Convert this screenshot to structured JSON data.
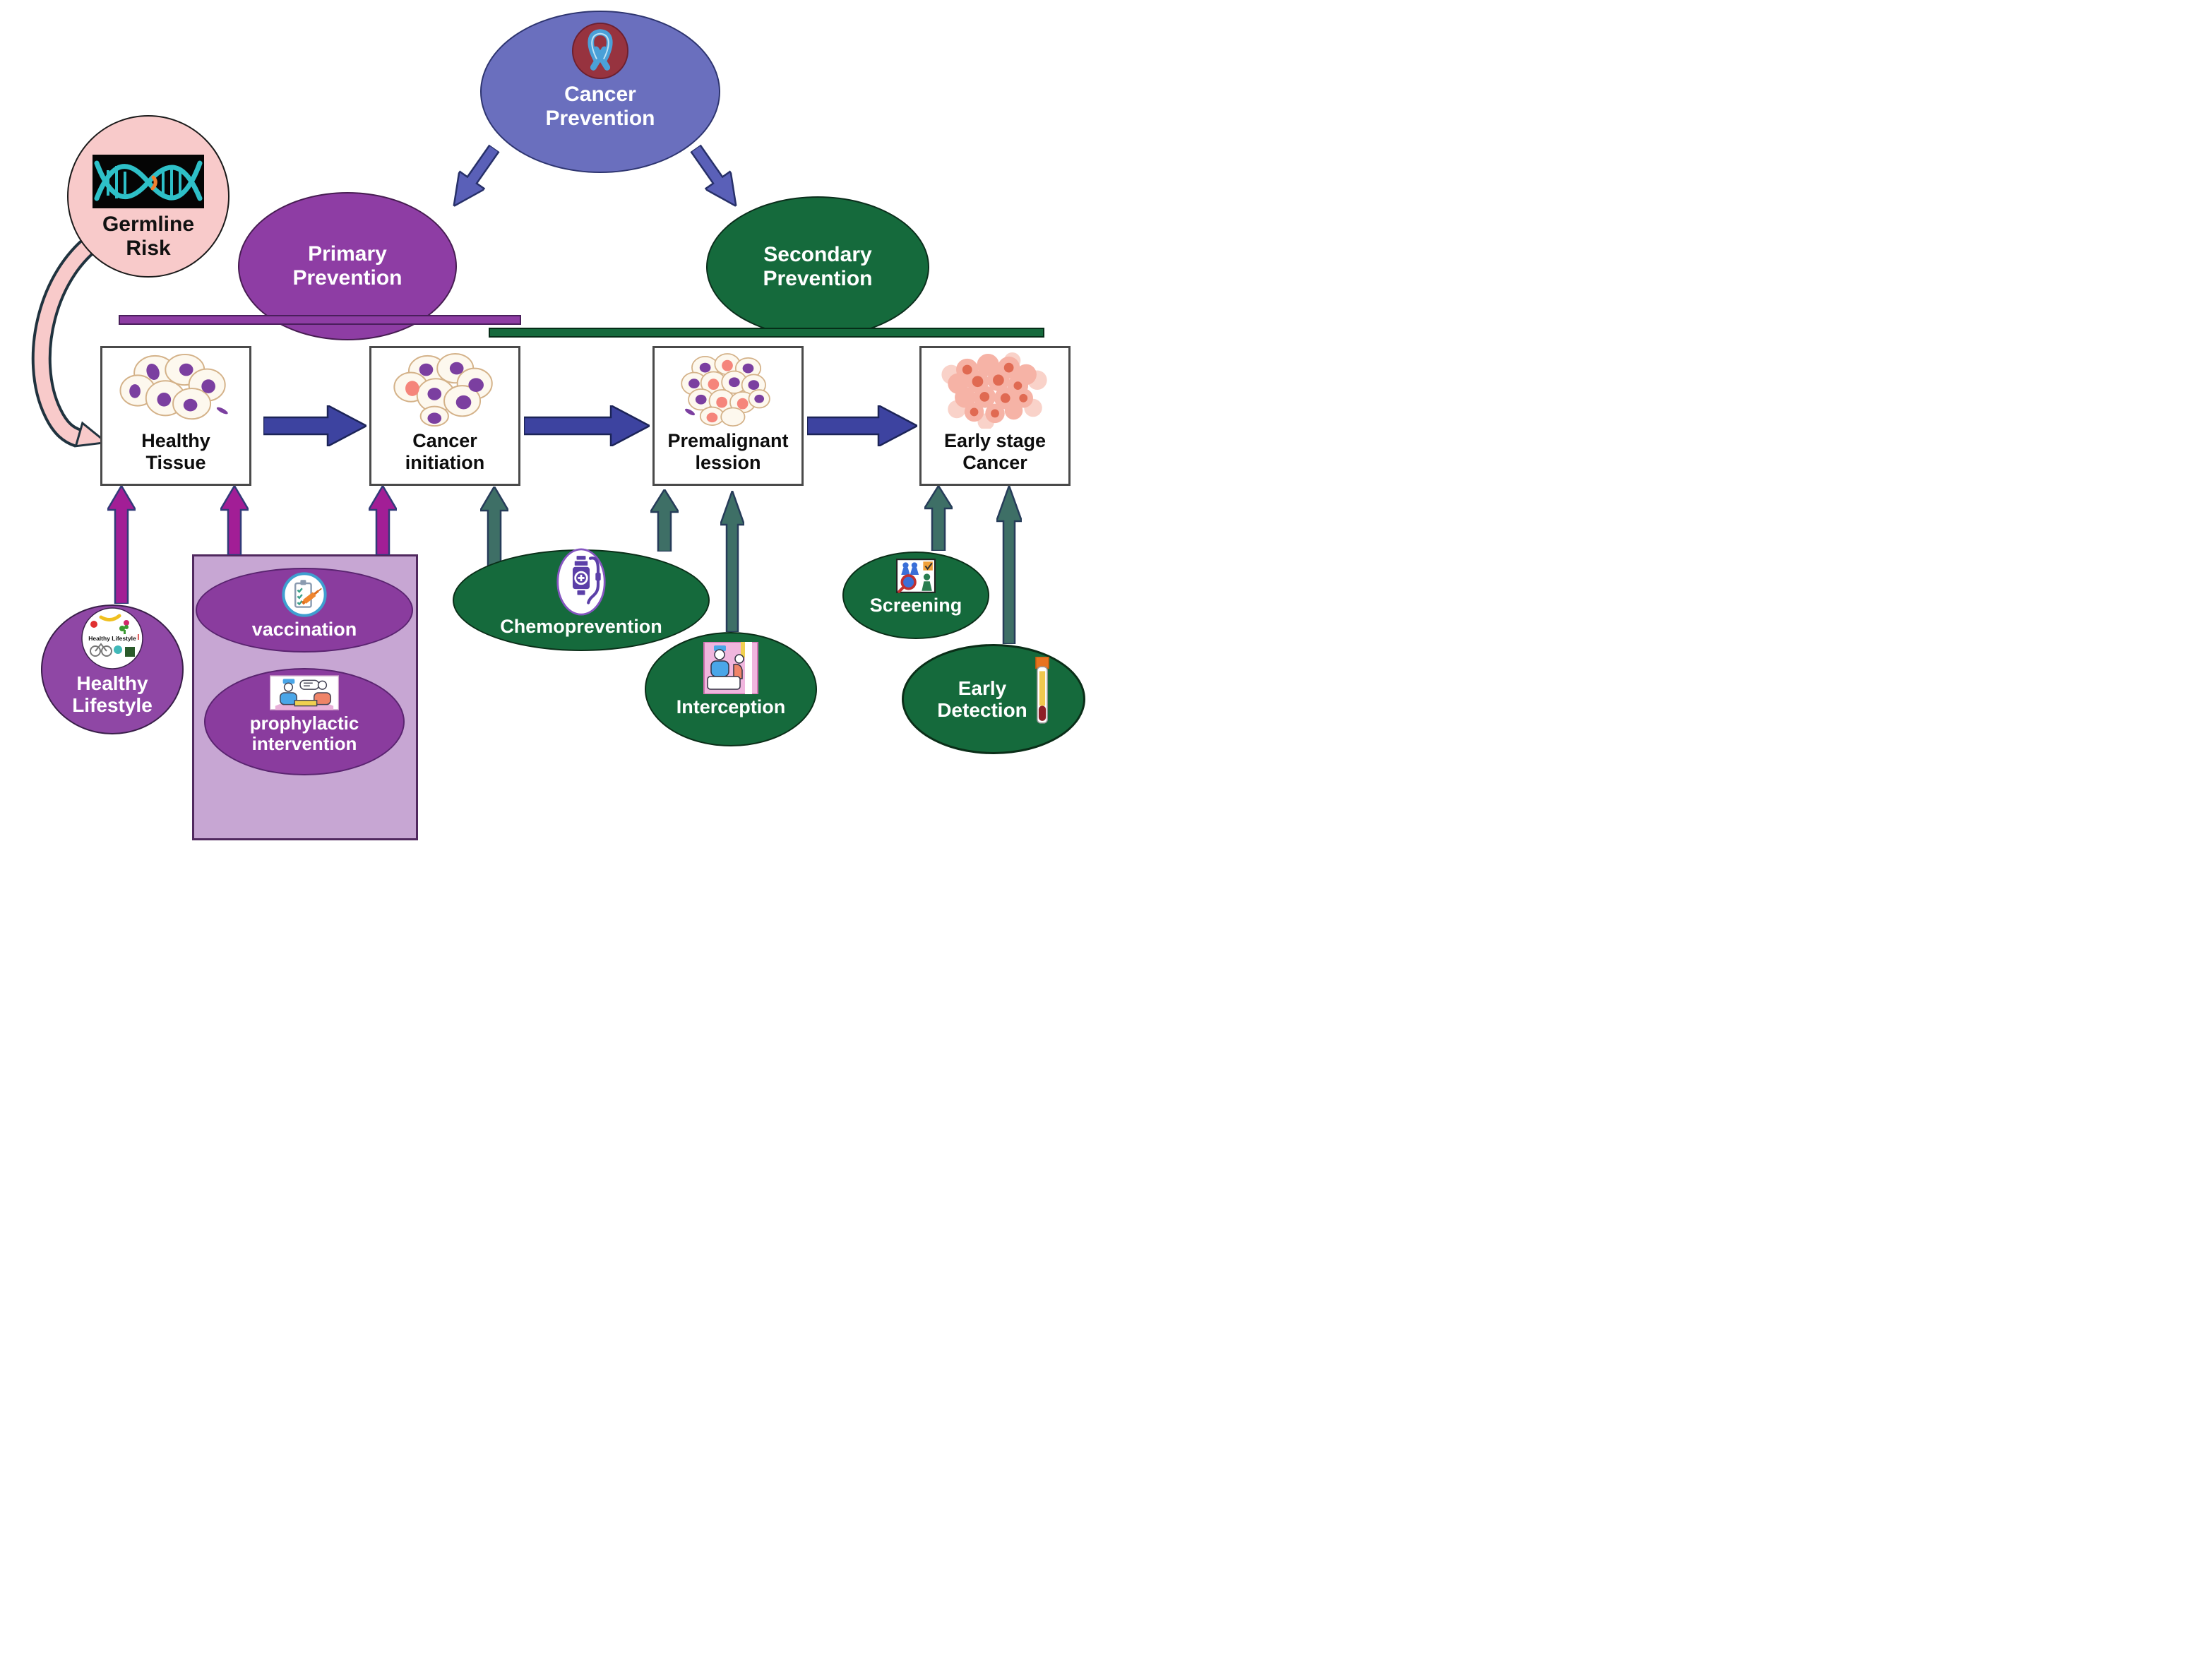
{
  "diagram": {
    "cancer_prevention": {
      "line1": "Cancer",
      "line2": "Prevention"
    },
    "primary_prevention": {
      "line1": "Primary",
      "line2": "Prevention"
    },
    "secondary_prevention": {
      "line1": "Secondary",
      "line2": "Prevention"
    },
    "germline_risk": {
      "line1": "Germline",
      "line2": "Risk"
    },
    "stages": [
      {
        "line1": "Healthy",
        "line2": "Tissue"
      },
      {
        "line1": "Cancer",
        "line2": "initiation"
      },
      {
        "line1": "Premalignant",
        "line2": "lession"
      },
      {
        "line1": "Early stage",
        "line2": "Cancer"
      }
    ],
    "interventions": {
      "healthy_lifestyle": {
        "line1": "Healthy",
        "line2": "Lifestyle",
        "icon_label": "Healthy Lifestyle"
      },
      "vaccination": {
        "label": "vaccination"
      },
      "prophylactic_intervention": {
        "line1": "prophylactic",
        "line2": "intervention"
      },
      "chemoprevention": {
        "label": "Chemoprevention"
      },
      "interception": {
        "label": "Interception"
      },
      "screening": {
        "label": "Screening"
      },
      "early_detection": {
        "line1": "Early",
        "line2": "Detection"
      }
    },
    "colors": {
      "cancer_prevention_fill": "#6a6fbe",
      "primary_fill": "#8e3da4",
      "secondary_fill": "#156a3c",
      "germline_fill": "#f8caca",
      "panel_fill": "#c7a6d3",
      "inner_purple_fill": "#8a3c9e",
      "green_ellipse_fill": "#156a3c",
      "magenta_arrow": "#a21e96",
      "teal_arrow": "#3e6f66",
      "blue_arrow": "#3d43a0",
      "pink_arrow": "#f8caca",
      "purple_bar": "#8e3da4",
      "green_bar": "#156a3c"
    }
  }
}
